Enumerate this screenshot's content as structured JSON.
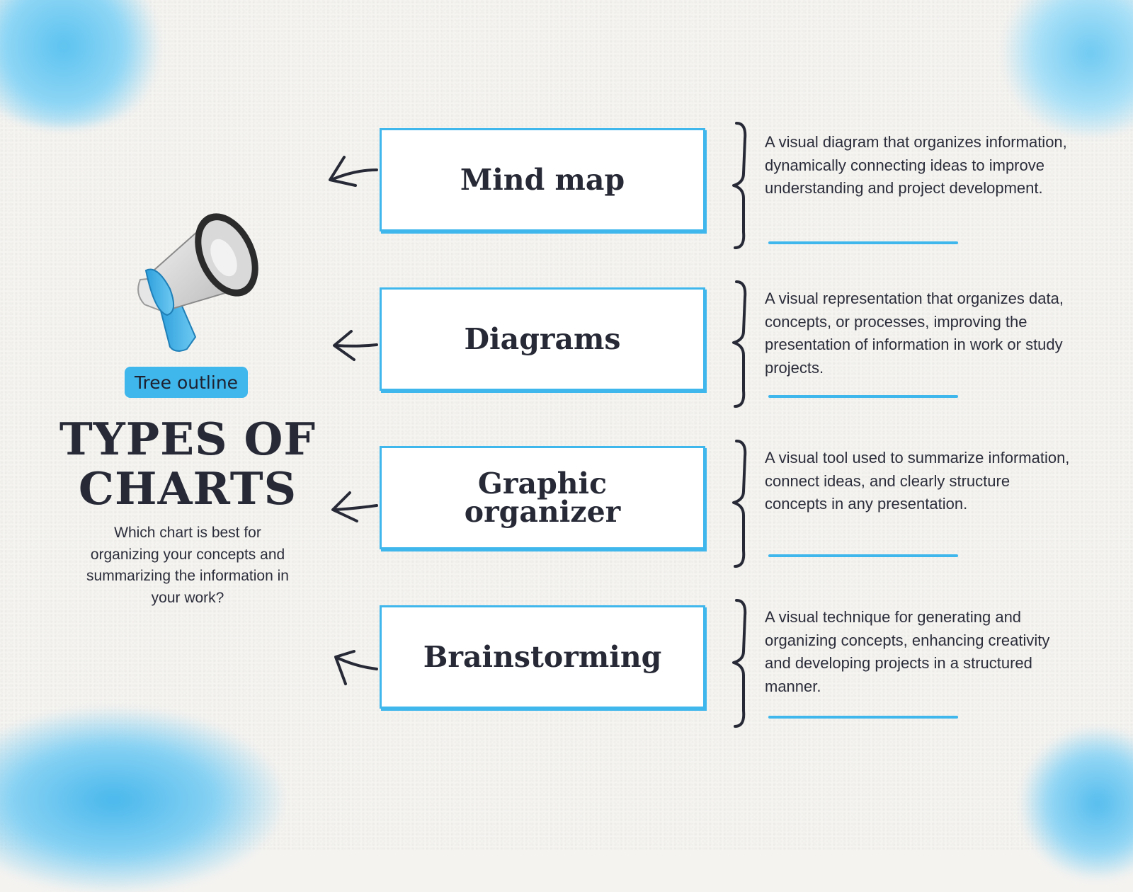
{
  "tag": "Tree outline",
  "title": "TYPES OF CHARTS",
  "subtitle": "Which chart is best for organizing your concepts and summarizing the information in your work?",
  "accent_color": "#3fb6ec",
  "text_color": "#272a36",
  "icons": [
    "megaphone-icon",
    "arrow-left-icon",
    "curly-brace-icon"
  ],
  "items": [
    {
      "title": "Mind map",
      "description": "A visual diagram that organizes information, dynamically connecting ideas to improve understanding and project development."
    },
    {
      "title": "Diagrams",
      "description": "A visual representation that organizes data, concepts, or processes, improving the presentation of information in work or study projects."
    },
    {
      "title": "Graphic organizer",
      "description": "A visual tool used to summarize information, connect ideas, and clearly structure concepts in any presentation."
    },
    {
      "title": "Brainstorming",
      "description": "A visual technique for generating and organizing concepts, enhancing creativity and developing projects in a structured manner."
    }
  ]
}
